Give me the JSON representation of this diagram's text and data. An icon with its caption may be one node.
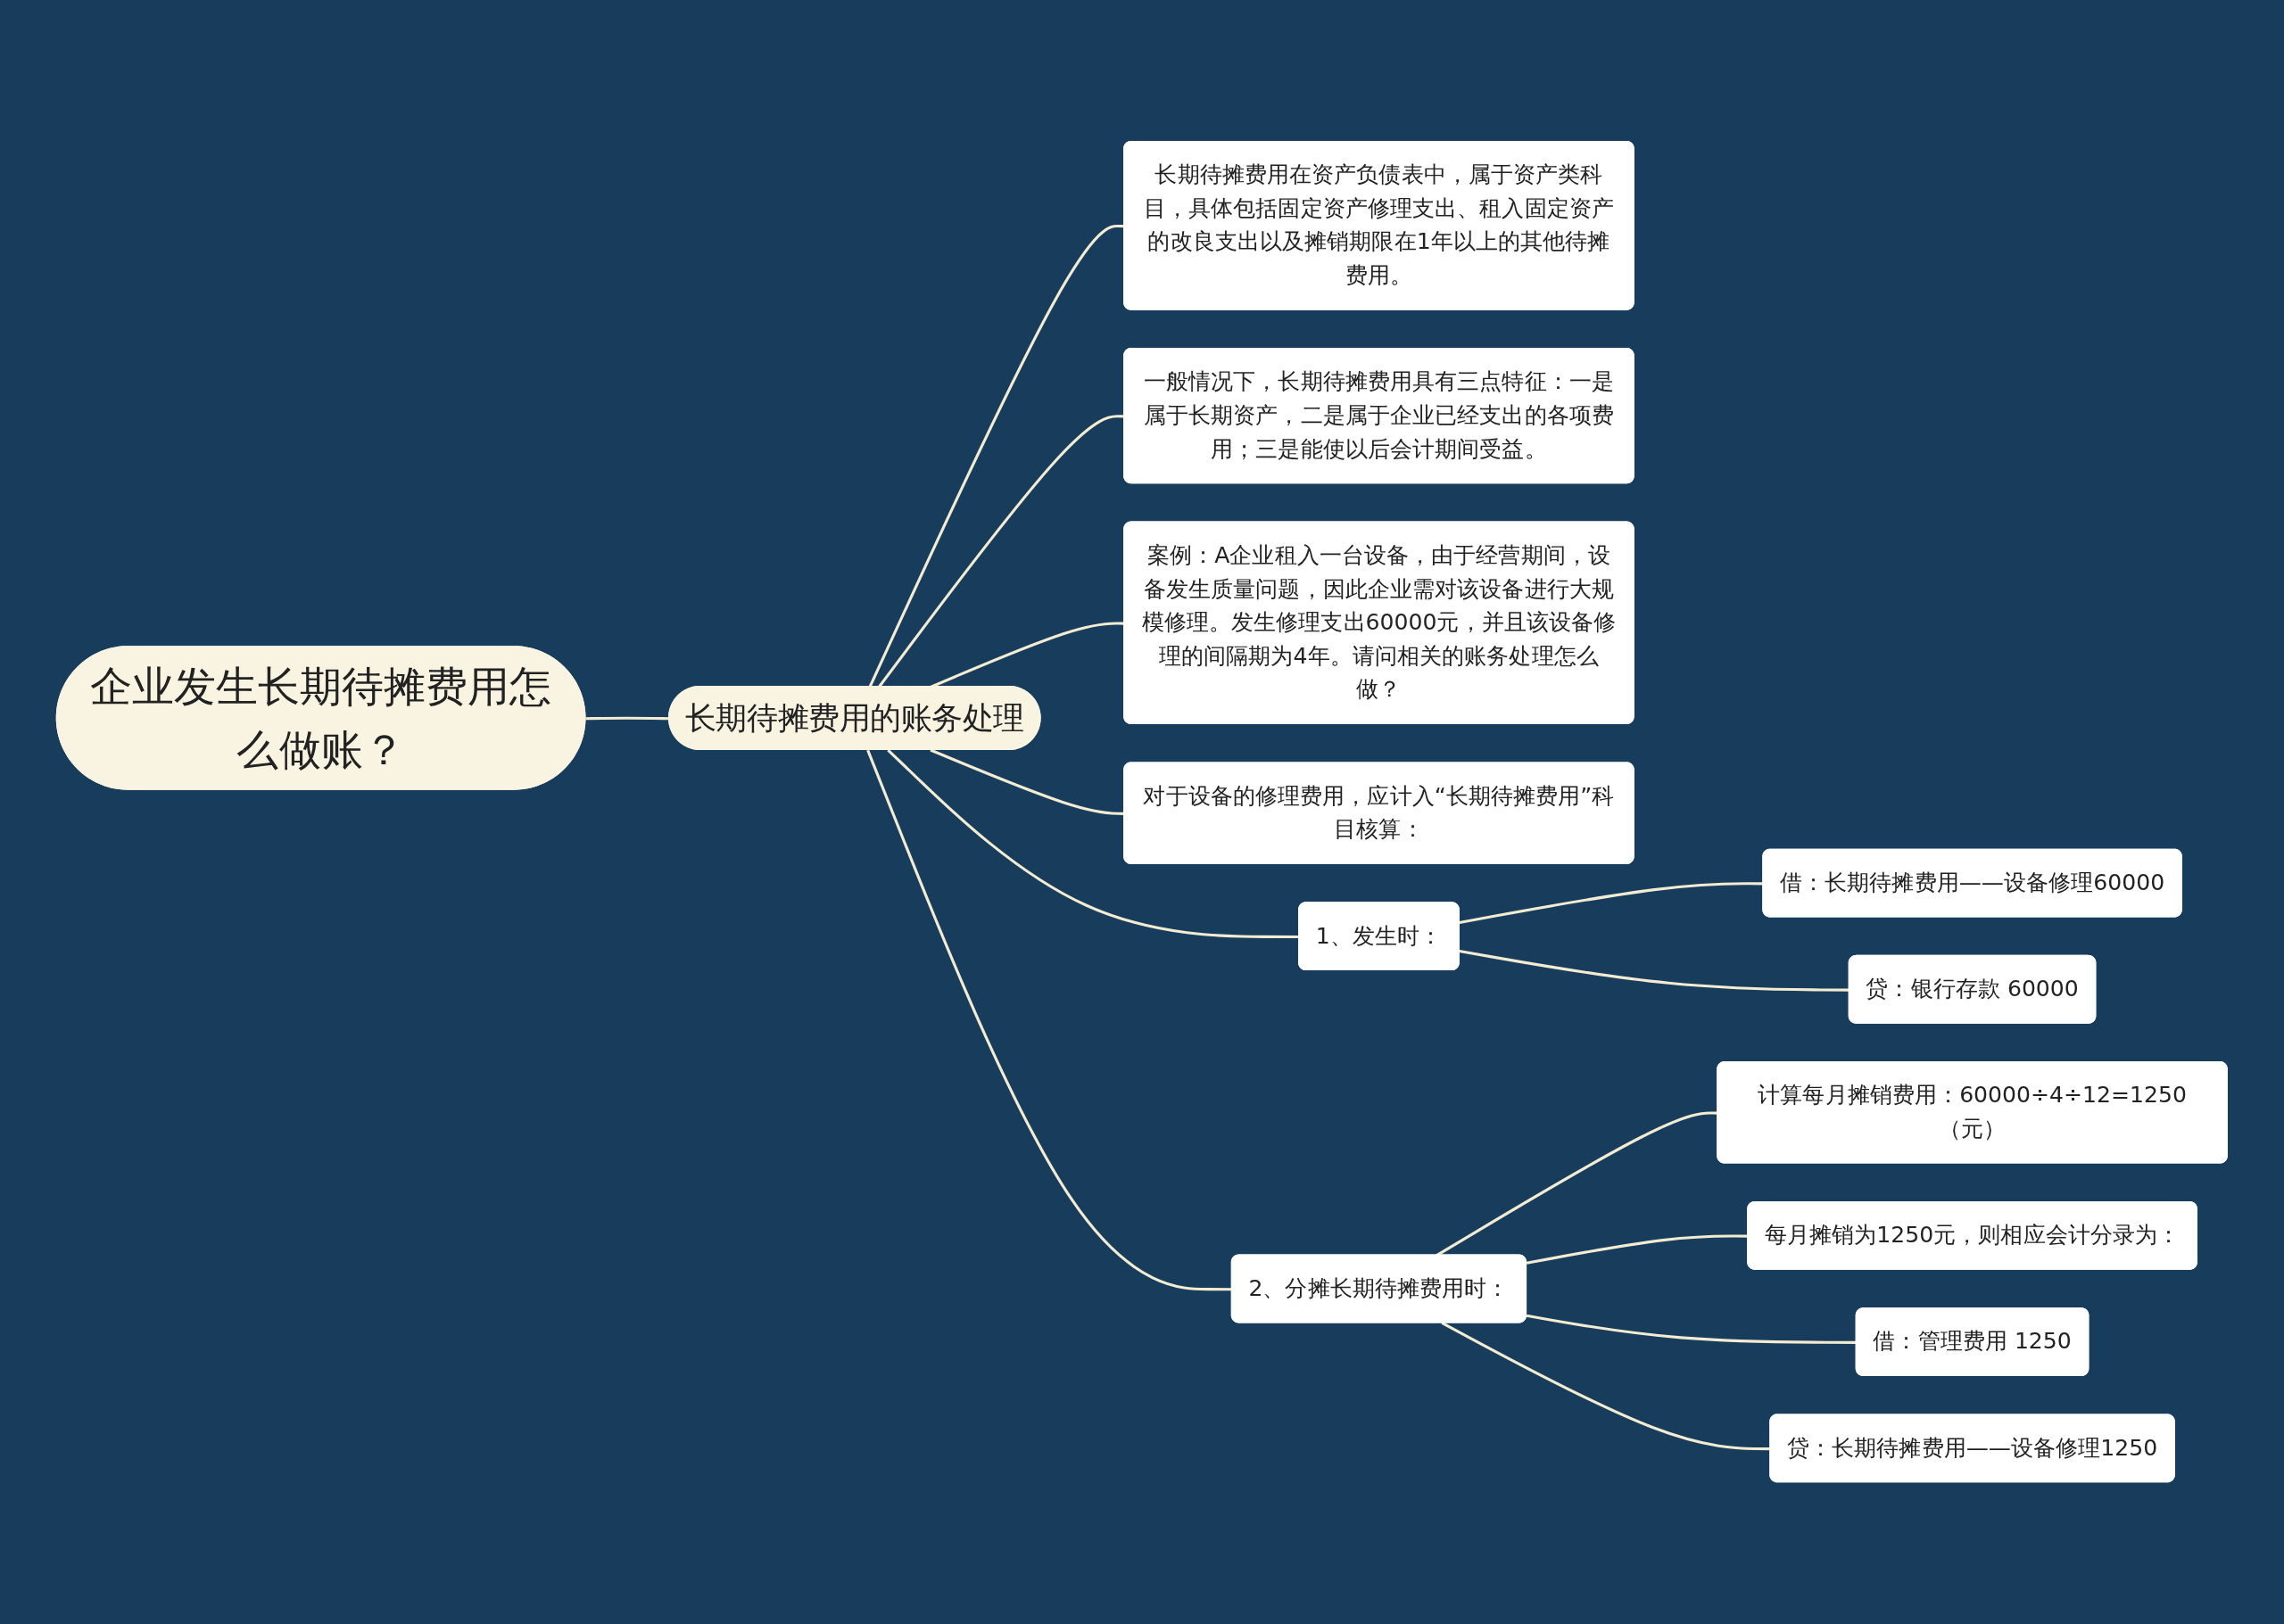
{
  "diagram": {
    "nodes": [
      {
        "text": [
          "企业发生长期待摊费用怎么做账？"
        ]
      },
      {
        "text": [
          "长期待摊费用的账务处理"
        ]
      },
      {
        "text": [
          "长期待摊费用在资产负债表中，属于资产类科目，具体包括固定资产修理支出、租入固定资产的改良支出以及摊销期限在1年以上的其他待摊费用。"
        ]
      },
      {
        "text": [
          "一般情况下，长期待摊费用具有三点特征：一是属于长期资产，二是属于企业已经支出的各项费用；三是能使以后会计期间受益。"
        ]
      },
      {
        "text": [
          "案例：A企业租入一台设备，由于经营期间，设备发生质量问题，因此企业需对该设备进行大规模修理。发生修理支出60000元，并且该设备修理的间隔期为4年。请问相关的账务处理怎么做？"
        ]
      },
      {
        "text": [
          "对于设备的修理费用，应计入“长期待摊费用”科目核算："
        ]
      },
      {
        "text": [
          "1、发生时："
        ]
      },
      {
        "text": [
          "借：长期待摊费用——设备修理60000"
        ]
      },
      {
        "text": [
          "贷：银行存款 60000"
        ]
      },
      {
        "text": [
          "2、分摊长期待摊费用时："
        ]
      },
      {
        "text": [
          "计算每月摊销费用：60000÷4÷12=1250（元）"
        ]
      },
      {
        "text": [
          "每月摊销为1250元，则相应会计分录为："
        ]
      },
      {
        "text": [
          "借：管理费用 1250"
        ]
      },
      {
        "text": [
          "贷：长期待摊费用——设备修理1250"
        ]
      }
    ],
    "edges": [
      {
        "from": 0,
        "to": 1,
        "arrow": "none"
      },
      {
        "from": 1,
        "to": 2,
        "arrow": "none"
      },
      {
        "from": 1,
        "to": 3,
        "arrow": "none"
      },
      {
        "from": 1,
        "to": 4,
        "arrow": "none"
      },
      {
        "from": 1,
        "to": 5,
        "arrow": "none"
      },
      {
        "from": 1,
        "to": 6,
        "arrow": "none"
      },
      {
        "from": 1,
        "to": 9,
        "arrow": "none"
      },
      {
        "from": 6,
        "to": 7,
        "arrow": "none"
      },
      {
        "from": 6,
        "to": 8,
        "arrow": "none"
      },
      {
        "from": 9,
        "to": 10,
        "arrow": "none"
      },
      {
        "from": 9,
        "to": 11,
        "arrow": "none"
      },
      {
        "from": 9,
        "to": 12,
        "arrow": "none"
      },
      {
        "from": 9,
        "to": 13,
        "arrow": "none"
      }
    ]
  }
}
